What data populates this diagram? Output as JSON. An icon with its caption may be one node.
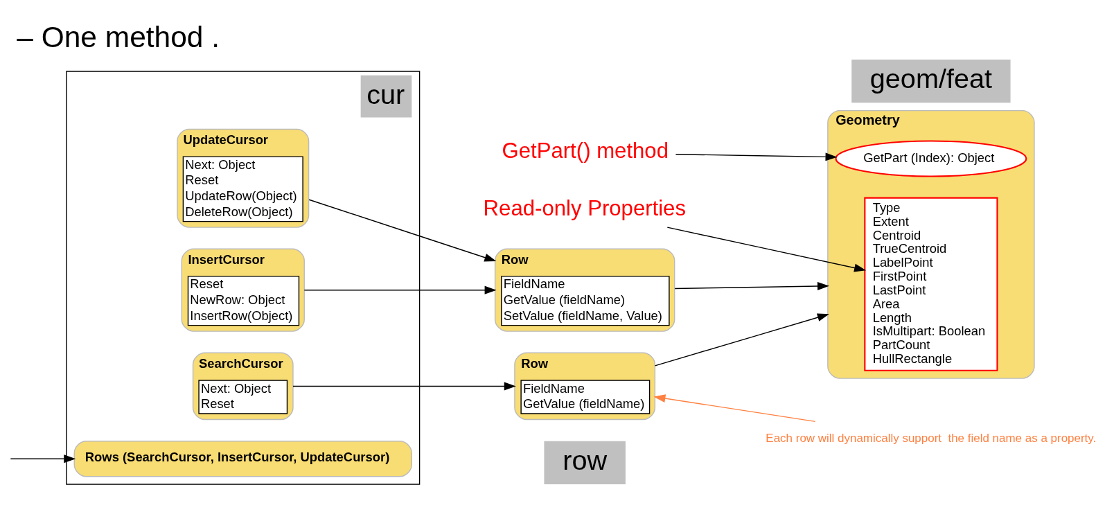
{
  "diagram": {
    "title": "– One method .",
    "nodes": [
      {
        "text": [
          "cur"
        ]
      },
      {
        "text": [
          "Rows (SearchCursor, InsertCursor, UpdateCursor)"
        ],
        "in": 0
      },
      {
        "text": [
          "SearchCursor",
          "Next: Object",
          "Reset"
        ],
        "in": 0
      },
      {
        "text": [
          "InsertCursor",
          "Reset",
          "NewRow: Object",
          "InsertRow(Object)"
        ],
        "in": 0
      },
      {
        "text": [
          "UpdateCursor",
          "Next: Object",
          "Reset",
          "UpdateRow(Object)",
          "DeleteRow(Object)"
        ],
        "in": 0
      },
      {
        "text": [
          "row"
        ]
      },
      {
        "text": [
          "Row",
          "FieldName",
          "GetValue (fieldName)"
        ]
      },
      {
        "text": [
          "Row",
          "FieldName",
          "GetValue (fieldName)",
          "SetValue (fieldName, Value)"
        ]
      },
      {
        "text": [
          "geom/feat"
        ]
      },
      {
        "text": [
          "Geometry"
        ]
      },
      {
        "text": [
          "Type",
          "Extent",
          "Centroid",
          "TrueCentroid",
          "LabelPoint",
          "FirstPoint",
          "LastPoint",
          "Area",
          "Length",
          "IsMultipart: Boolean",
          "PartCount",
          "HullRectangle"
        ],
        "in": 9
      },
      {
        "text": [
          "GetPart (Index): Object"
        ],
        "in": 9
      },
      {
        "text": [
          "Each row will dynamically support  the field name as a property."
        ]
      },
      {
        "text": [
          "Read-only Properties"
        ]
      },
      {
        "text": [
          "GetPart() method"
        ]
      }
    ],
    "edges": [
      {
        "from": null,
        "to": 1,
        "arrow": "to"
      },
      {
        "from": 2,
        "to": 6,
        "arrow": "to"
      },
      {
        "from": 3,
        "to": 7,
        "arrow": "to"
      },
      {
        "from": 4,
        "to": 7,
        "arrow": "to"
      },
      {
        "from": 6,
        "to": 9,
        "arrow": "to"
      },
      {
        "from": 7,
        "to": 9,
        "arrow": "to"
      },
      {
        "from": 12,
        "to": 6,
        "arrow": "to",
        "color": "#ff8040"
      },
      {
        "from": 13,
        "to": 10,
        "arrow": "to"
      },
      {
        "from": 14,
        "to": 11,
        "arrow": "to"
      }
    ]
  }
}
